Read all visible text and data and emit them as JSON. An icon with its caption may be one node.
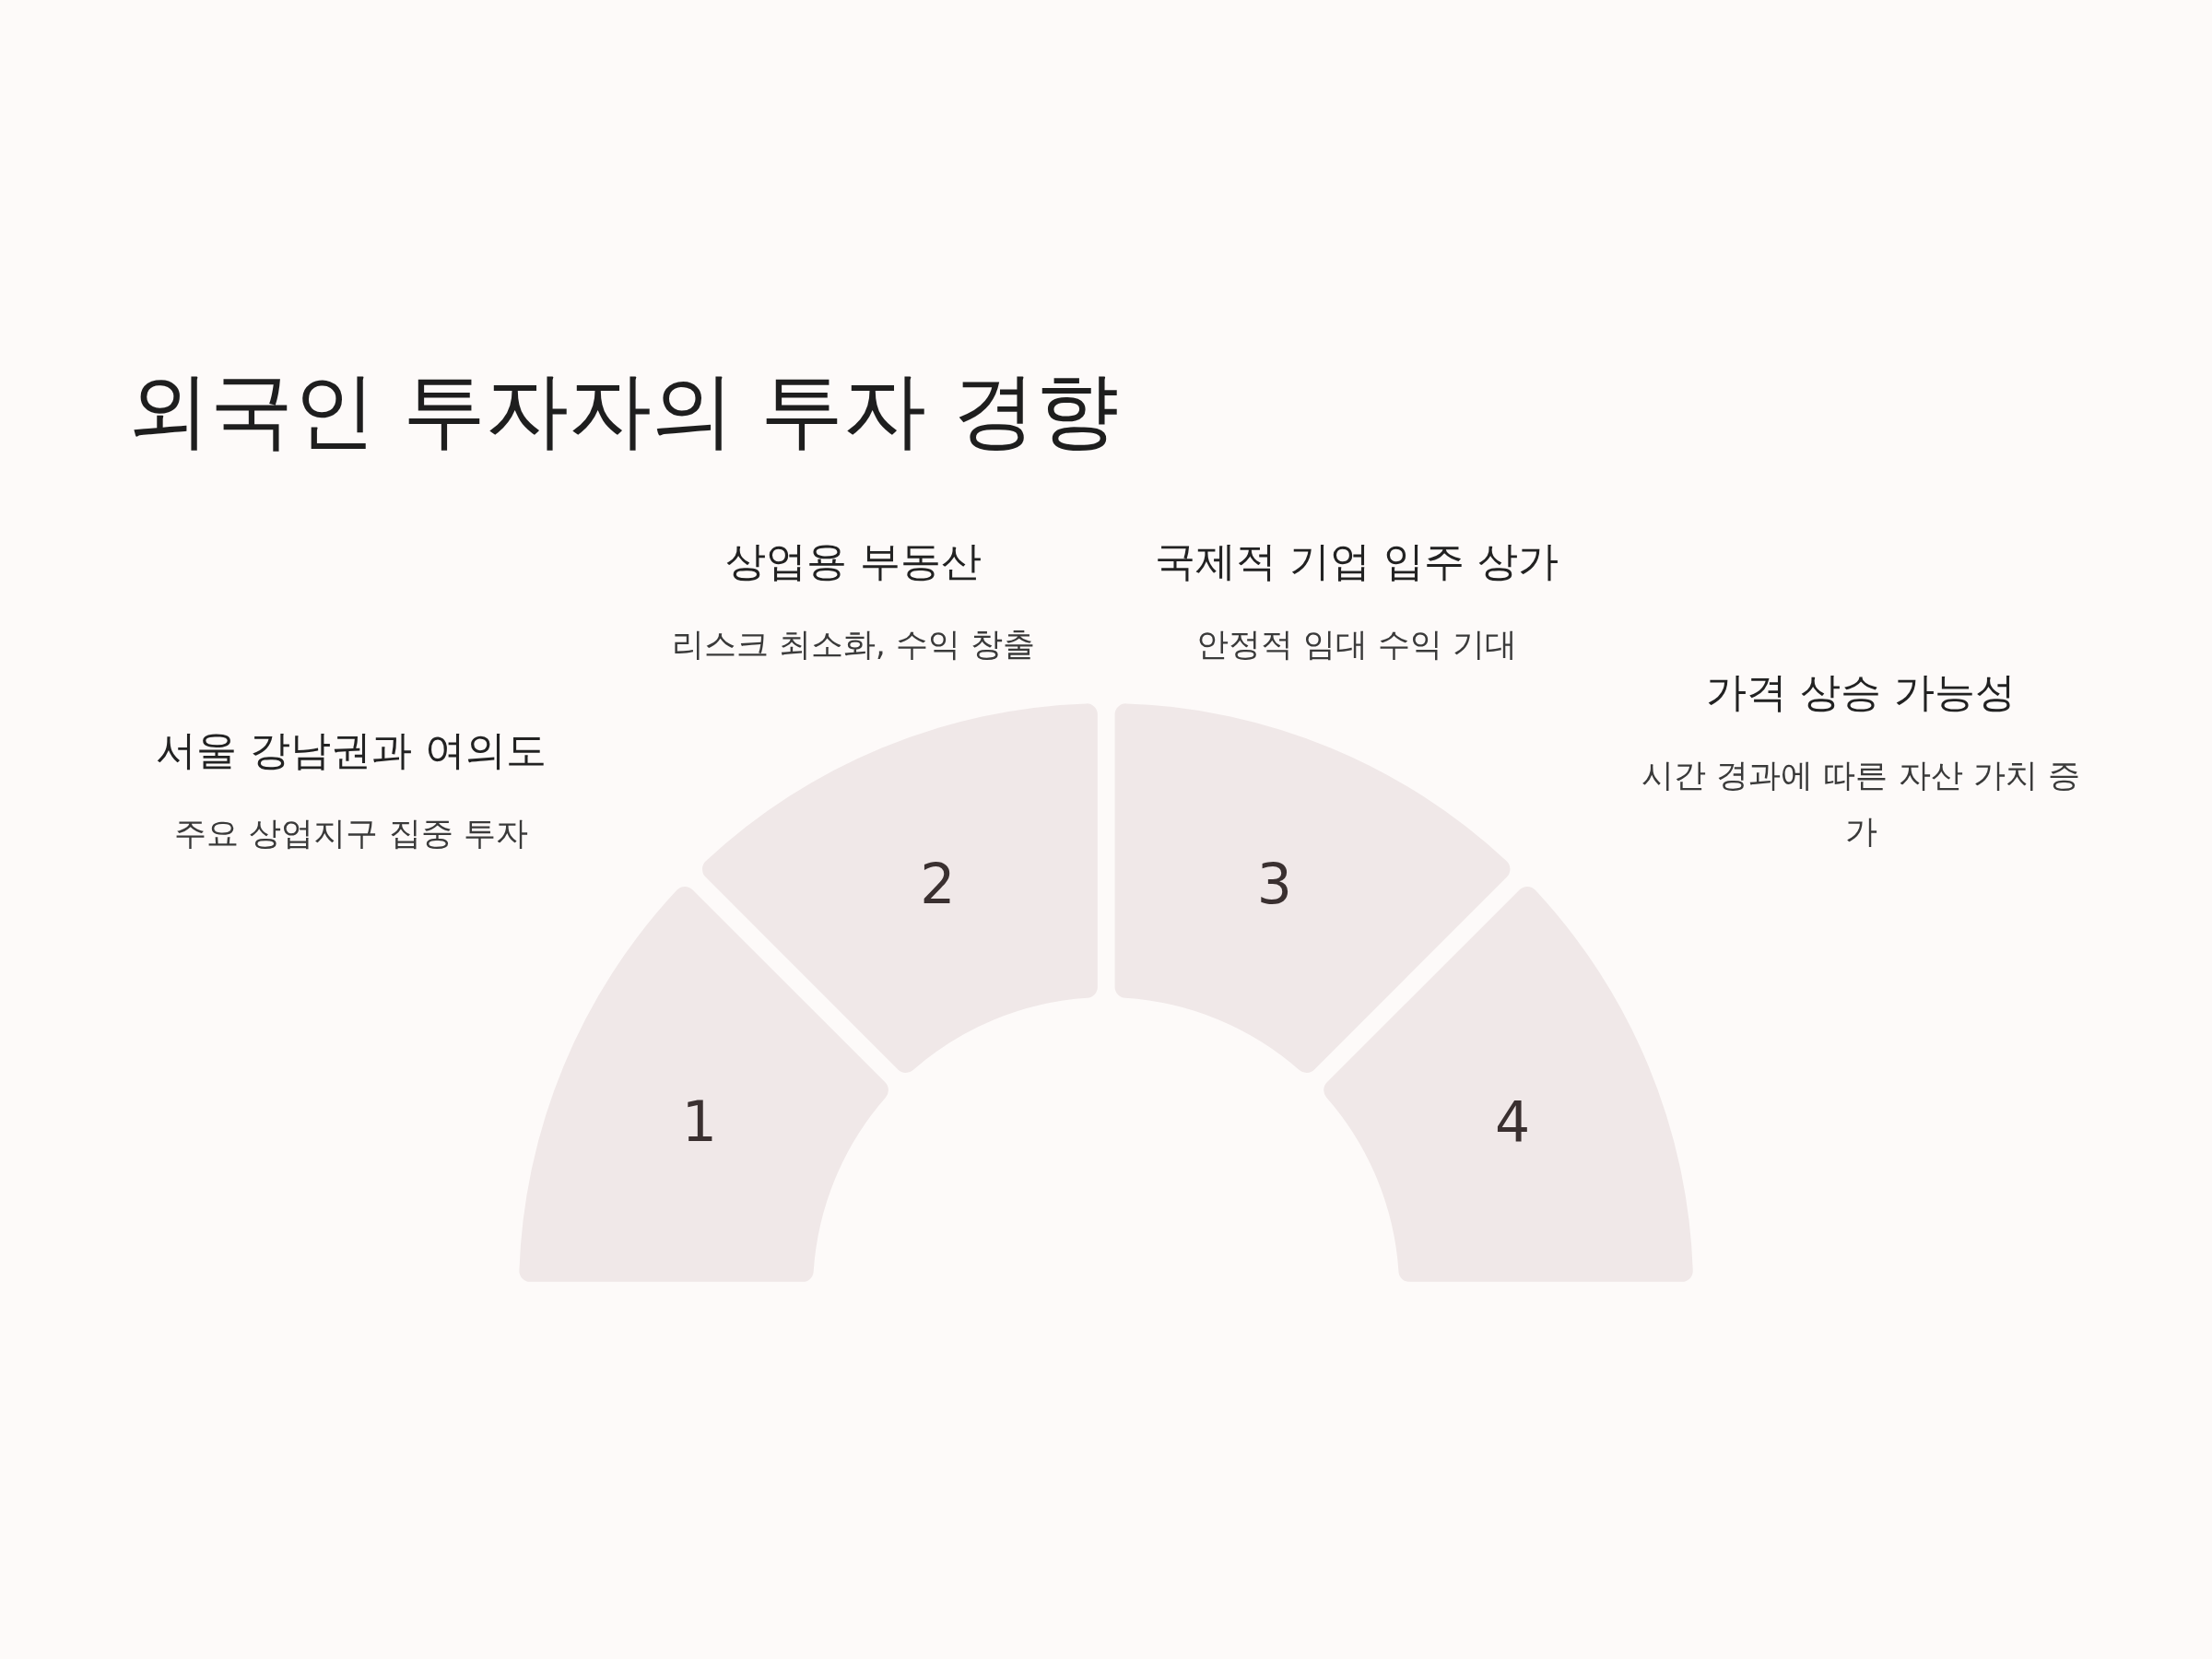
{
  "diagram": {
    "title": "외국인 투자자의 투자 경향",
    "nodes": [
      {
        "text": [
          "1"
        ],
        "beside": [
          "서울 강남권과 여의도",
          "주요 상업지구 집중 투자"
        ]
      },
      {
        "text": [
          "2"
        ],
        "beside": [
          "상업용 부동산",
          "리스크 최소화, 수익 창출"
        ]
      },
      {
        "text": [
          "3"
        ],
        "beside": [
          "국제적 기업 입주 상가",
          "안정적 임대 수익 기대"
        ]
      },
      {
        "text": [
          "4"
        ],
        "beside": [
          "가격 상승 가능성",
          "시간 경과에 따른 자산 가치 증가"
        ]
      }
    ]
  }
}
